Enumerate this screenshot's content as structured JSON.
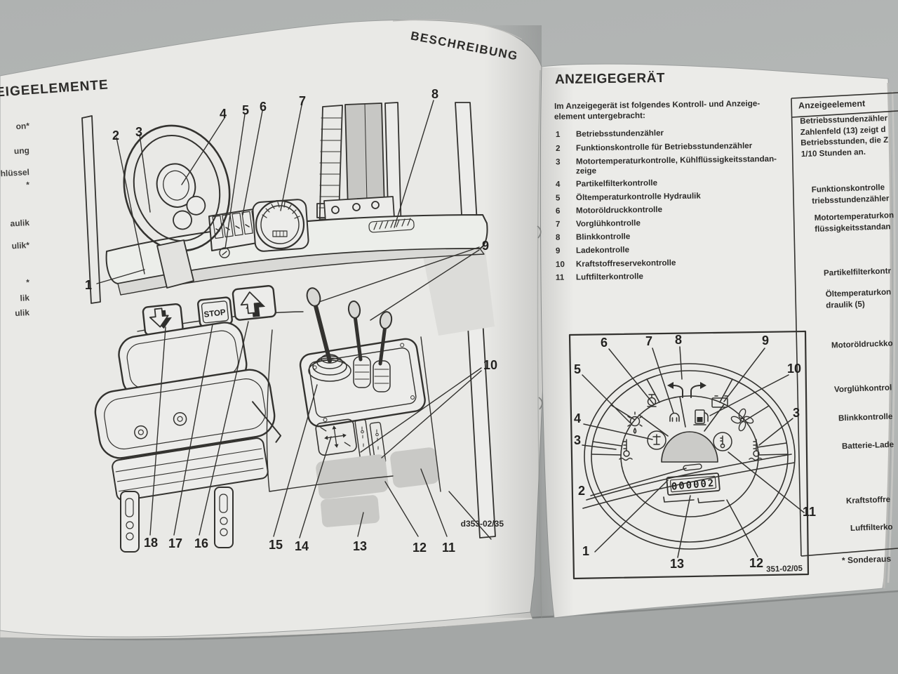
{
  "left_page": {
    "header": "BESCHREIBUNG",
    "title_fragment": "EIGEELEMENTE",
    "edge_fragments": [
      "on*",
      "ung",
      "hlüssel",
      "*",
      "aulik",
      "ulik*",
      "*",
      "lik",
      "ulik"
    ],
    "stop_label": "STOP",
    "figure_code": "d353-02/35",
    "callouts": {
      "n1": "1",
      "n2": "2",
      "n3": "3",
      "n4": "4",
      "n5": "5",
      "n6": "6",
      "n7": "7",
      "n8": "8",
      "n9": "9",
      "n10": "10",
      "n11": "11",
      "n12": "12",
      "n13": "13",
      "n14": "14",
      "n15": "15",
      "n16": "16",
      "n17": "17",
      "n18": "18"
    }
  },
  "right_page": {
    "title": "ANZEIGEGERÄT",
    "intro_line1": "Im Anzeigegerät ist folgendes Kontroll- und Anzeige-",
    "intro_line2": "element untergebracht:",
    "items": [
      {
        "num": "1",
        "label": "Betriebsstundenzähler"
      },
      {
        "num": "2",
        "label": "Funktionskontrolle für Betriebsstundenzähler"
      },
      {
        "num": "3",
        "label": "Motortemperaturkontrolle, Kühlflüssigkeitsstandan-",
        "label2": "zeige"
      },
      {
        "num": "4",
        "label": "Partikelfilterkontrolle"
      },
      {
        "num": "5",
        "label": "Öltemperaturkontrolle Hydraulik"
      },
      {
        "num": "6",
        "label": "Motoröldruckkontrolle"
      },
      {
        "num": "7",
        "label": "Vorglühkontrolle"
      },
      {
        "num": "8",
        "label": "Blinkkontrolle"
      },
      {
        "num": "9",
        "label": "Ladekontrolle"
      },
      {
        "num": "10",
        "label": "Kraftstoffreservekontrolle"
      },
      {
        "num": "11",
        "label": "Luftfilterkontrolle"
      }
    ],
    "figure": {
      "code": "351-02/05",
      "counter_value": "000002",
      "callouts": {
        "n1": "1",
        "n2": "2",
        "n3l": "3",
        "n3r": "3",
        "n4": "4",
        "n5": "5",
        "n6": "6",
        "n7": "7",
        "n8": "8",
        "n9": "9",
        "n10": "10",
        "n11": "11",
        "n12": "12",
        "n13": "13"
      }
    },
    "table": {
      "header": "Anzeigeelement",
      "r1": [
        "Betriebsstundenzähler",
        "Zahlenfeld (13) zeigt d",
        "Betriebsstunden, die Z",
        "1/10 Stunden an."
      ],
      "r2": [
        "Funktionskontrolle",
        "triebsstundenzähler"
      ],
      "r3": [
        "Motortemperaturkon",
        "flüssigkeitsstandan"
      ],
      "r4": [
        "Partikelfilterkontr"
      ],
      "r5": [
        "Öltemperaturkon",
        "draulik (5)"
      ],
      "r6": [
        "Motoröldruckko"
      ],
      "r7": [
        "Vorglühkontrol"
      ],
      "r8": [
        "Blinkkontrolle"
      ],
      "r9": [
        "Batterie-Lade"
      ],
      "r10": [
        "Kraftstoffre"
      ],
      "r11": [
        "Luftfilterko"
      ],
      "footnote": "* Sonderaus"
    }
  }
}
